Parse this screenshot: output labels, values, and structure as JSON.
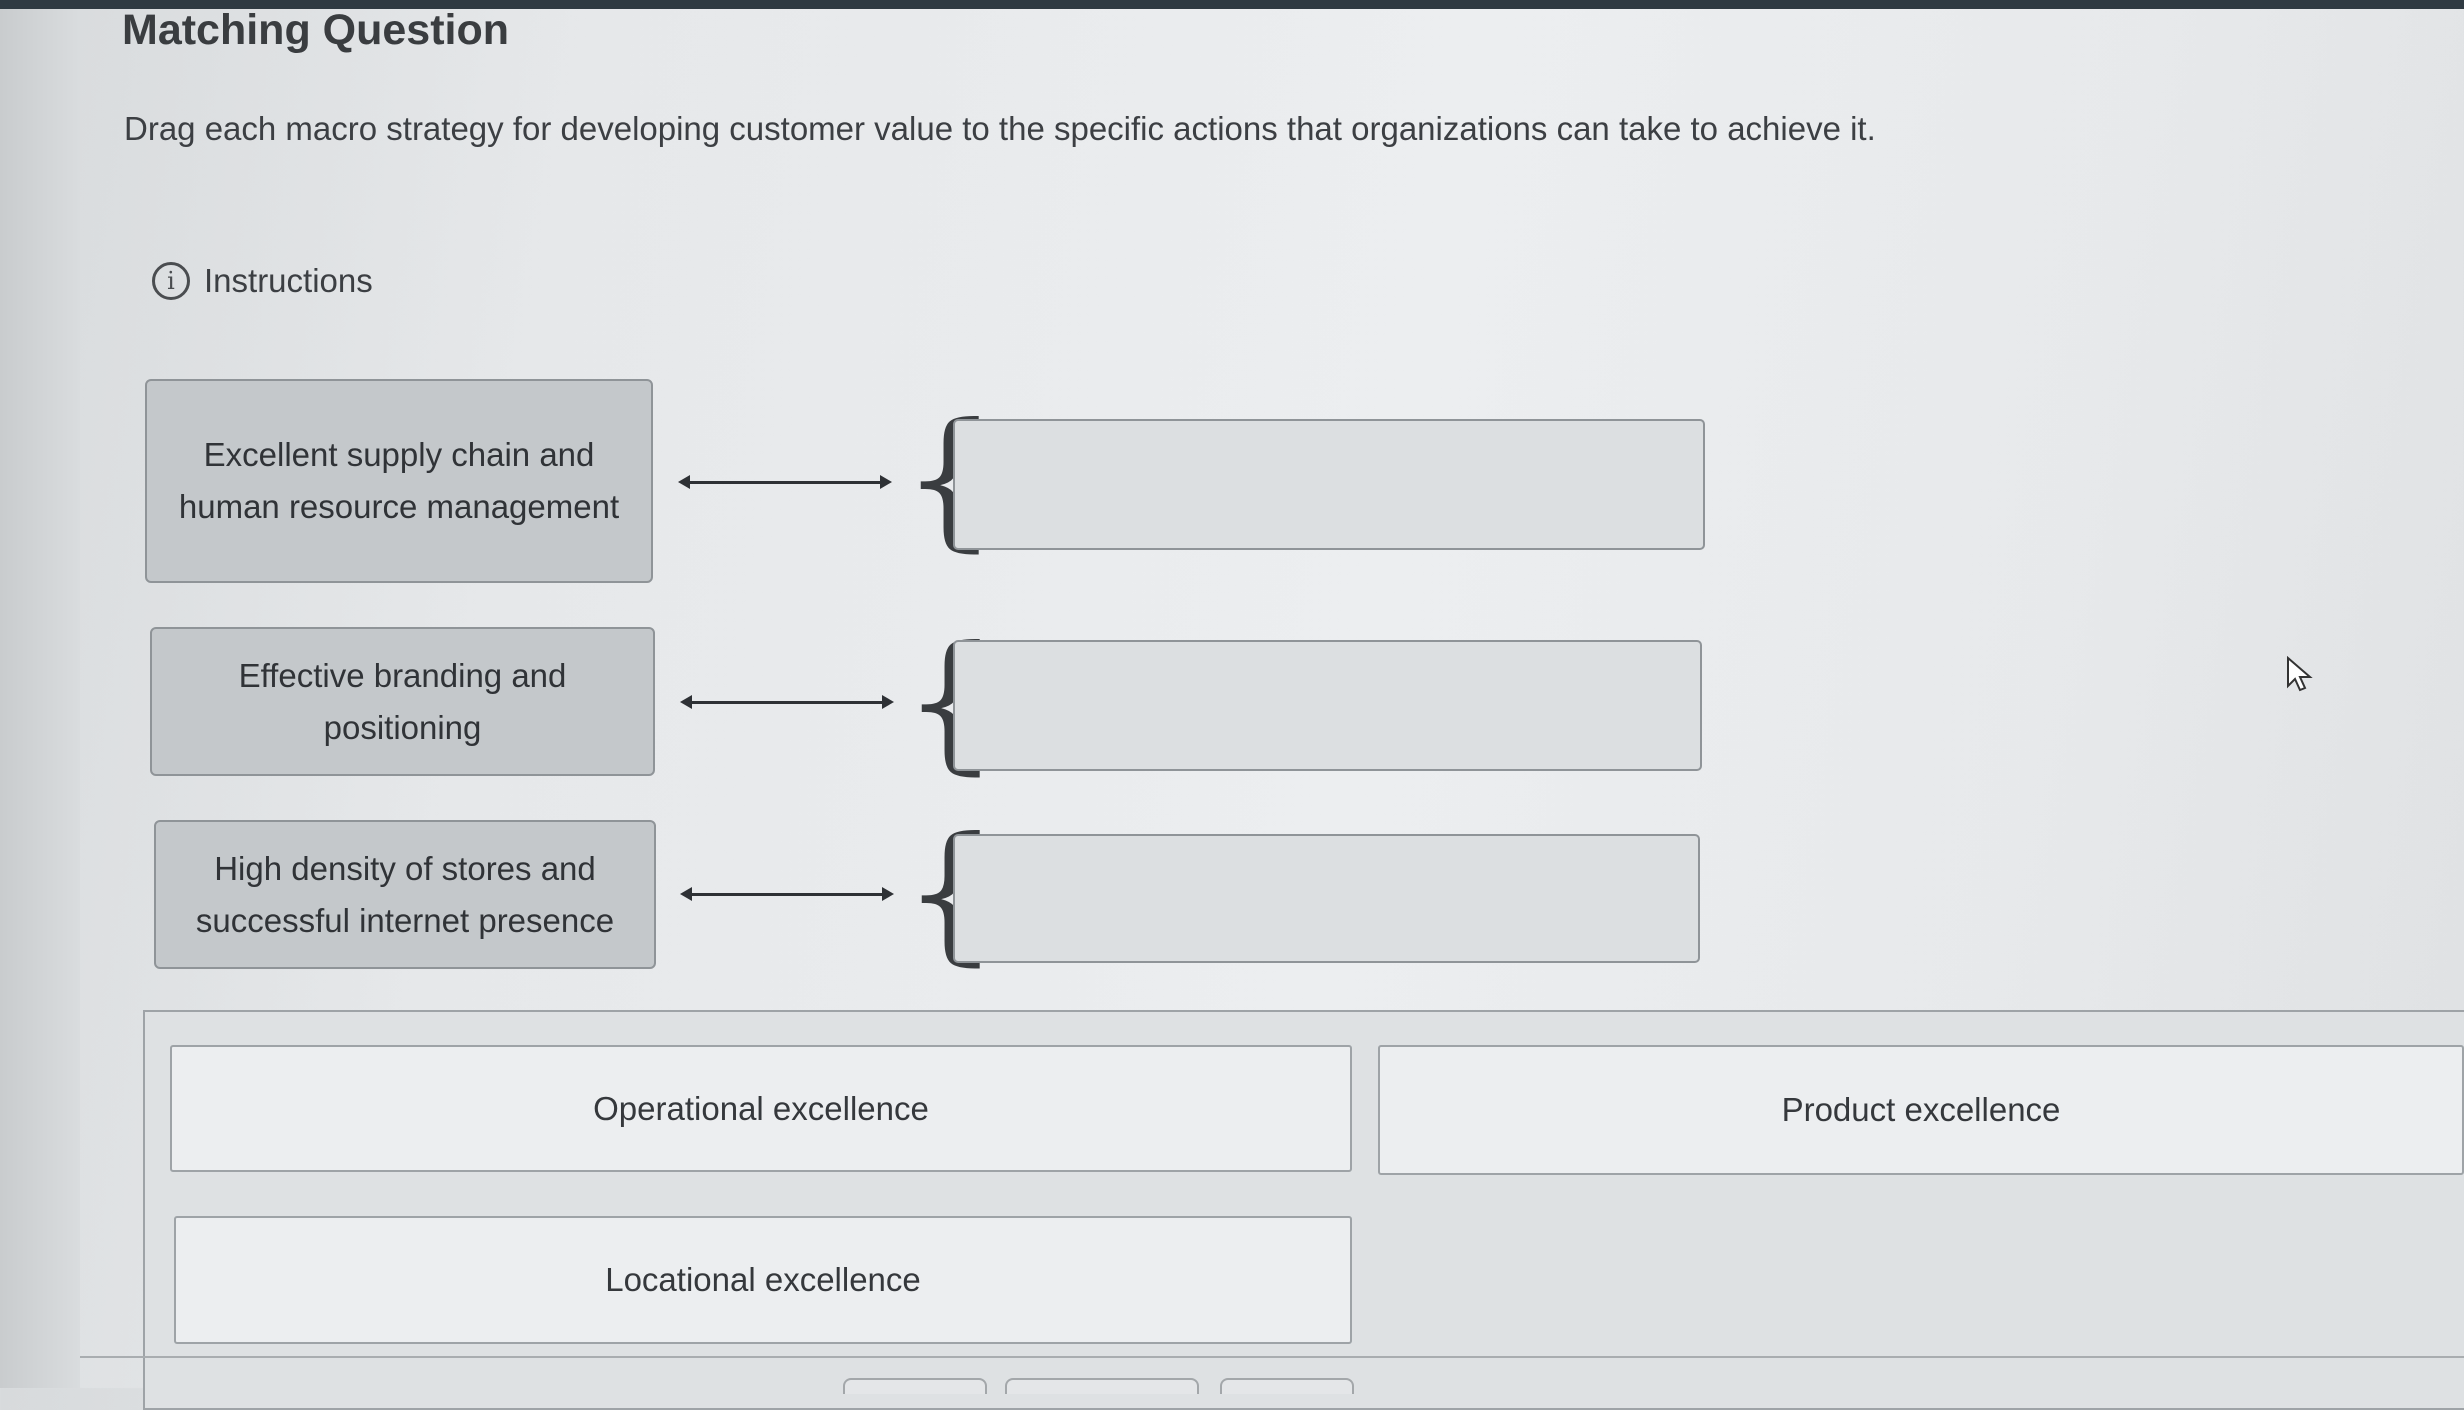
{
  "header": {
    "title": "Matching Question",
    "prompt": "Drag each macro strategy for developing customer value to the specific actions that organizations can take to achieve it."
  },
  "instructions": {
    "label": "Instructions",
    "icon": "info-icon"
  },
  "premises": [
    {
      "label": "Excellent supply chain and human resource management"
    },
    {
      "label": "Effective branding and positioning"
    },
    {
      "label": "High density of stores and successful internet presence"
    }
  ],
  "answer_choices": [
    {
      "label": "Operational excellence"
    },
    {
      "label": "Product excellence"
    },
    {
      "label": "Locational excellence"
    }
  ],
  "colors": {
    "top_bar": "#2f3a42",
    "premise_fill": "#c4c8cb",
    "drop_zone_fill": "#dcdfe1",
    "choice_fill": "#eceef0"
  }
}
